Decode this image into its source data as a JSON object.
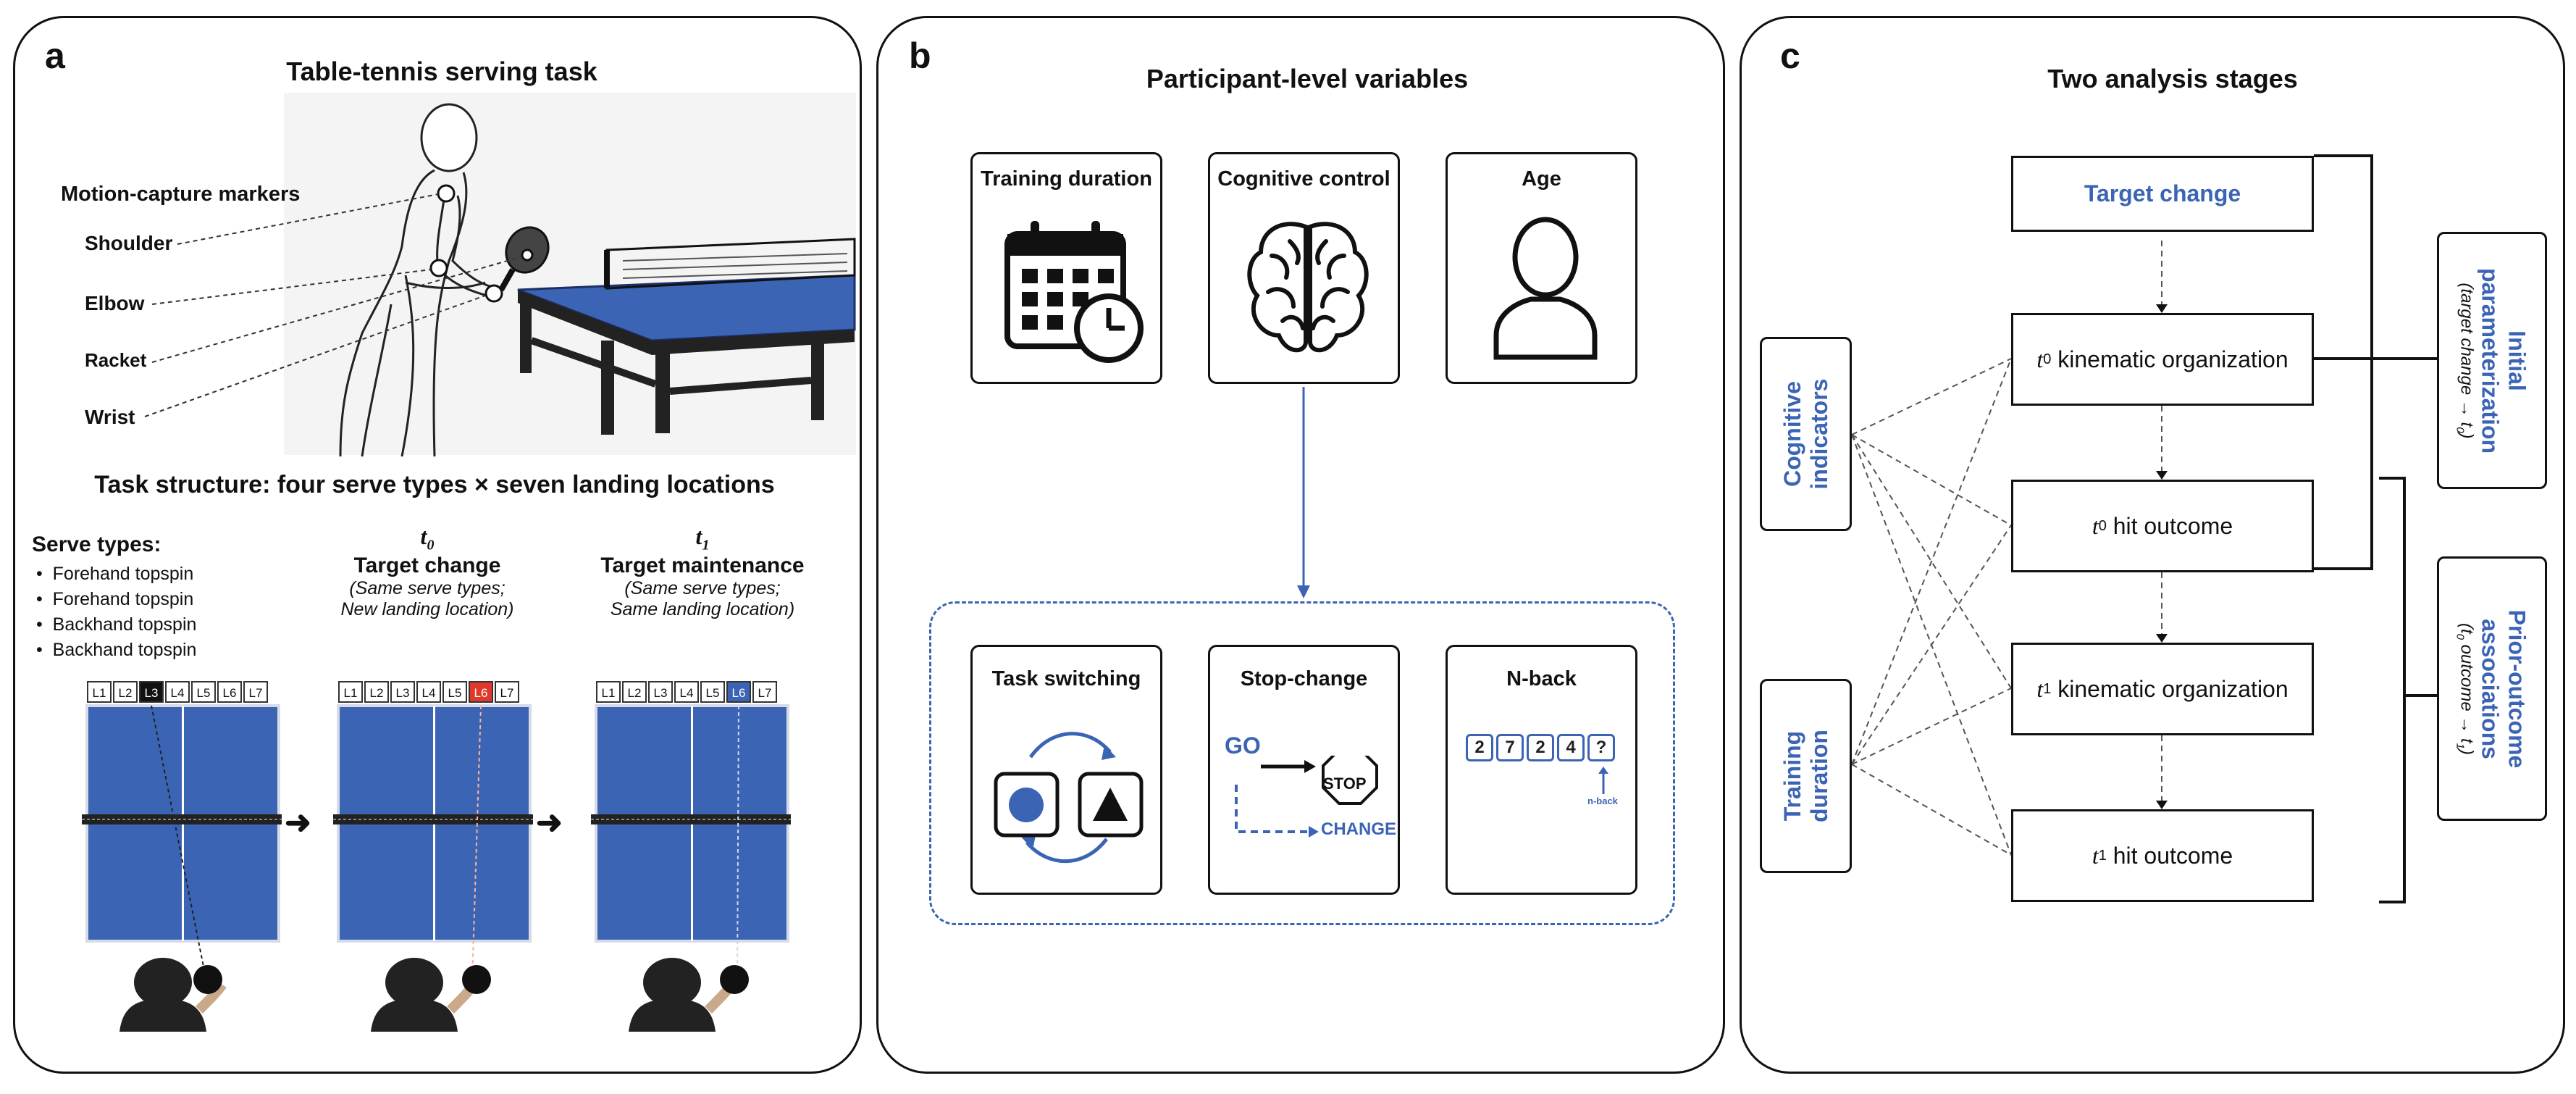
{
  "panel_a": {
    "label": "a",
    "title": "Table-tennis serving task",
    "markers_title": "Motion-capture markers",
    "markers": [
      "Shoulder",
      "Elbow",
      "Racket",
      "Wrist"
    ],
    "structure_title": "Task structure: four serve types × seven landing locations",
    "serve_types_title": "Serve types:",
    "serve_types": [
      "Forehand topspin",
      "Forehand topspin",
      "Backhand topspin",
      "Backhand topspin"
    ],
    "t0": {
      "symbol": "t",
      "sub": "0",
      "title": "Target change",
      "note1": "(Same serve types;",
      "note2": "New landing location)"
    },
    "t1": {
      "symbol": "t",
      "sub": "1",
      "title": "Target maintenance",
      "note1": "(Same serve types;",
      "note2": "Same landing location)"
    },
    "locations": [
      "L1",
      "L2",
      "L3",
      "L4",
      "L5",
      "L6",
      "L7"
    ],
    "highlight": {
      "table1": "L3",
      "table2": "L6",
      "table3": "L6"
    },
    "colors": {
      "table_blue": "#3c64b4",
      "red": "#e0392b",
      "dark": "#111111"
    }
  },
  "panel_b": {
    "label": "b",
    "title": "Participant-level variables",
    "top_boxes": [
      {
        "title": "Training duration",
        "icon": "calendar-clock-icon"
      },
      {
        "title": "Cognitive control",
        "icon": "brain-icon"
      },
      {
        "title": "Age",
        "icon": "person-icon"
      }
    ],
    "tasks": [
      {
        "title": "Task switching",
        "icon": "task-switch-icon"
      },
      {
        "title": "Stop-change",
        "go": "GO",
        "stop": "STOP",
        "change": "CHANGE"
      },
      {
        "title": "N-back",
        "digits": [
          "2",
          "7",
          "2",
          "4",
          "?"
        ],
        "note": "n-back"
      }
    ]
  },
  "panel_c": {
    "label": "c",
    "title": "Two analysis stages",
    "left_boxes": [
      "Cognitive indicators",
      "Training duration"
    ],
    "flow": [
      {
        "sym": "",
        "sub": "",
        "text": "Target change"
      },
      {
        "sym": "t",
        "sub": "0",
        "text": " kinematic organization"
      },
      {
        "sym": "t",
        "sub": "0",
        "text": " hit outcome"
      },
      {
        "sym": "t",
        "sub": "1",
        "text": " kinematic organization"
      },
      {
        "sym": "t",
        "sub": "1",
        "text": " hit outcome"
      }
    ],
    "stage1": {
      "title1": "Initial",
      "title2": "parameterization",
      "note": "(target change → t",
      "note_sub": "0",
      "note_end": ")"
    },
    "stage2": {
      "title1": "Prior-outcome",
      "title2": "associations",
      "note": "(t",
      "note_sub": "0",
      "note_mid": " outcome → t",
      "note_sub2": "1",
      "note_end": ")"
    }
  }
}
